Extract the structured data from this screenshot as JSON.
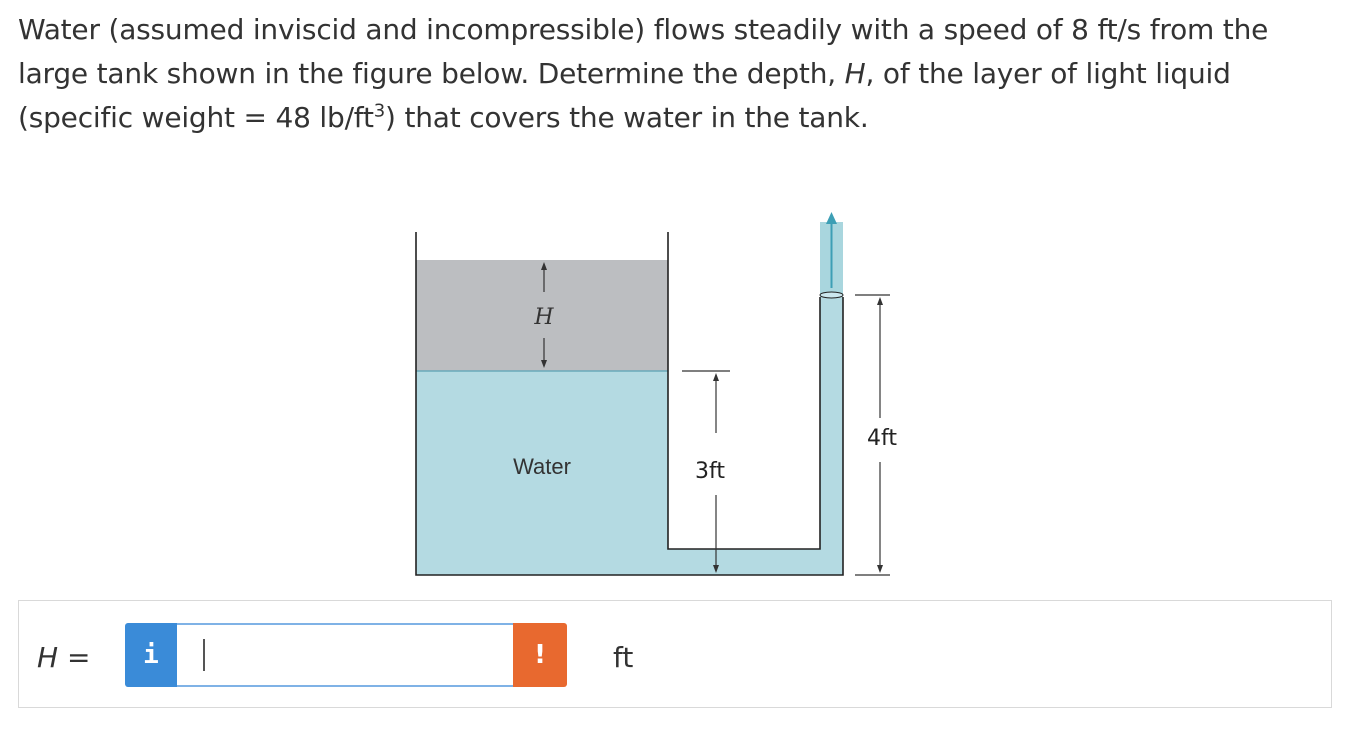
{
  "question": {
    "part1": "Water (assumed inviscid and incompressible) flows steadily with a speed of 8 ft/s from the large tank shown in the figure below. Determine the depth, ",
    "var_h": "H",
    "part2": ", of the layer of light liquid (specific weight = 48 lb/ft",
    "sup": "3",
    "part3": ") that covers the water in the tank."
  },
  "figure": {
    "label_h": "H",
    "label_water": "Water",
    "label_3ft": "3ft",
    "label_4ft": "4ft",
    "colors": {
      "water": "#b4dae2",
      "light_liquid": "#bcbec1",
      "jet": "#a9d6de",
      "arrow": "#3d9fb5",
      "outline": "#222222"
    }
  },
  "answer": {
    "var_label": "H",
    "equals": " =",
    "info_label": "i",
    "input_value": "",
    "alert_label": "!",
    "unit": "ft",
    "colors": {
      "info": "#3a8bd8",
      "alert": "#e8692f",
      "input_border": "#7fb2e6"
    }
  }
}
